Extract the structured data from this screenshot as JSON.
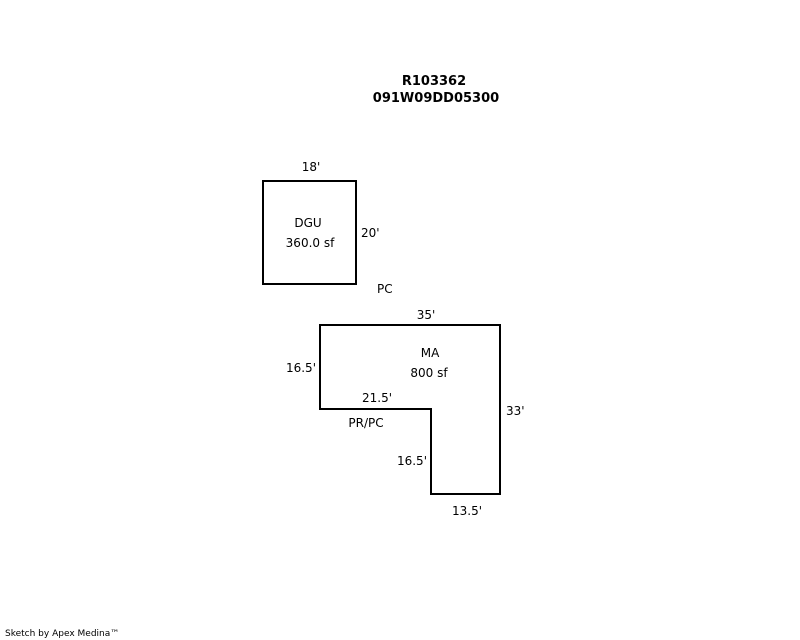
{
  "header": {
    "parcel_id": "R103362",
    "map_number": "091W09DD05300"
  },
  "areas": {
    "dgu": {
      "label": "DGU",
      "area": "360.0 sf",
      "width": "18'",
      "height": "20'"
    },
    "pc_label": "PC",
    "ma": {
      "label": "MA",
      "area": "800 sf",
      "top": "35'",
      "left": "16.5'",
      "inner_top": "21.5'",
      "inner_left": "16.5'",
      "right": "33'",
      "bottom": "13.5'"
    },
    "pr_pc_label": "PR/PC"
  },
  "footer": {
    "credit": "Sketch by Apex Medina™"
  }
}
